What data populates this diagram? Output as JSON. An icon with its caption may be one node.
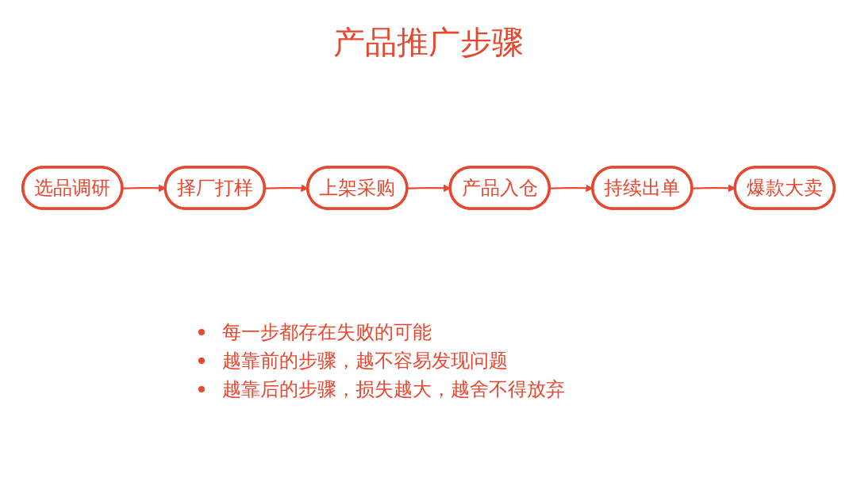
{
  "diagram": {
    "title": "产品推广步骤",
    "nodes": [
      {
        "text": [
          "选品调研"
        ]
      },
      {
        "text": [
          "择厂打样"
        ]
      },
      {
        "text": [
          "上架采购"
        ]
      },
      {
        "text": [
          "产品入仓"
        ]
      },
      {
        "text": [
          "持续出单"
        ]
      },
      {
        "text": [
          "爆款大卖"
        ]
      }
    ],
    "edges": [
      {
        "from": 0,
        "to": 1,
        "arrow": "to"
      },
      {
        "from": 1,
        "to": 2,
        "arrow": "to"
      },
      {
        "from": 2,
        "to": 3,
        "arrow": "to"
      },
      {
        "from": 3,
        "to": 4,
        "arrow": "to"
      },
      {
        "from": 4,
        "to": 5,
        "arrow": "to"
      }
    ],
    "labels": [
      "每一步都存在失败的可能",
      "越靠前的步骤，越不容易发现问题",
      "越靠后的步骤，损失越大，越舍不得放弃"
    ]
  }
}
